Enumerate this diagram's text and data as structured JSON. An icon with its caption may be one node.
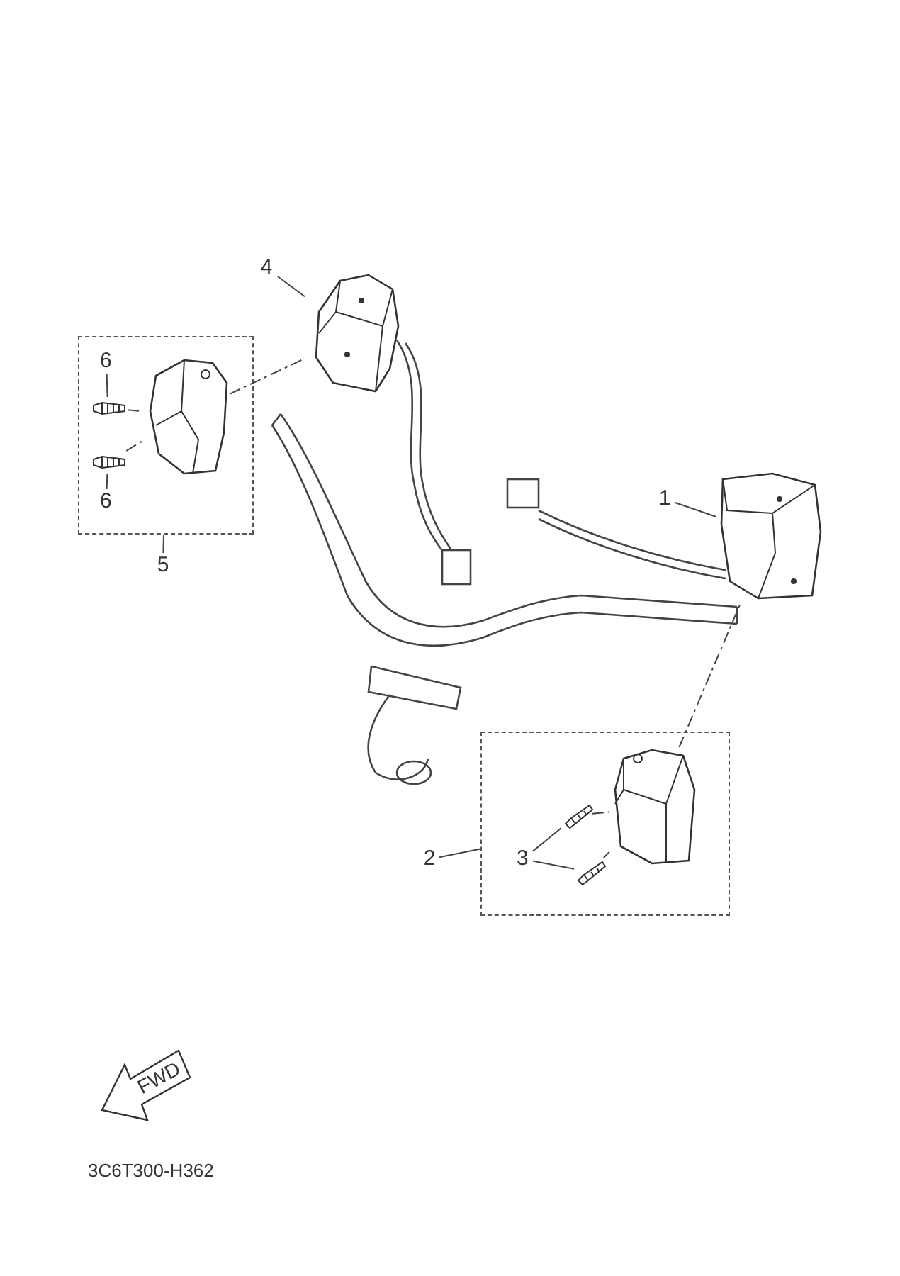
{
  "diagram": {
    "nodes": [
      {
        "text": [
          "4"
        ]
      },
      {
        "text": [],
        "shape": "picture"
      },
      {
        "text": [],
        "shape": "box"
      },
      {
        "text": [
          "6"
        ],
        "in": 2
      },
      {
        "text": [],
        "shape": "picture",
        "in": 2
      },
      {
        "text": [
          "6"
        ],
        "in": 2
      },
      {
        "text": [],
        "shape": "picture",
        "in": 2
      },
      {
        "text": [],
        "shape": "picture",
        "in": 2
      },
      {
        "text": [
          "5"
        ]
      },
      {
        "text": [
          "1"
        ]
      },
      {
        "text": [],
        "shape": "picture"
      },
      {
        "text": [],
        "shape": "box"
      },
      {
        "text": [],
        "shape": "picture",
        "in": 11
      },
      {
        "text": [
          "3"
        ],
        "in": 11
      },
      {
        "text": [],
        "shape": "picture",
        "in": 11
      },
      {
        "text": [],
        "shape": "picture",
        "in": 11
      },
      {
        "text": [
          "2"
        ]
      }
    ],
    "edges": [
      {
        "from": 0,
        "to": 1,
        "arrow": "none"
      },
      {
        "from": 3,
        "to": 4,
        "arrow": "none"
      },
      {
        "from": 5,
        "to": 6,
        "arrow": "none"
      },
      {
        "from": 8,
        "to": 2,
        "arrow": "none"
      },
      {
        "from": 9,
        "to": 10,
        "arrow": "none"
      },
      {
        "from": 13,
        "to": 14,
        "arrow": "none"
      },
      {
        "from": 13,
        "to": 15,
        "arrow": "none"
      },
      {
        "from": 16,
        "to": 11,
        "arrow": "none"
      },
      {
        "from": 7,
        "to": 1,
        "arrow": "none",
        "style": "dashed"
      },
      {
        "from": 4,
        "to": 7,
        "arrow": "none",
        "style": "dashed"
      },
      {
        "from": 6,
        "to": 7,
        "arrow": "none",
        "style": "dashed"
      },
      {
        "from": 12,
        "to": 10,
        "arrow": "none",
        "style": "dashed"
      },
      {
        "from": 14,
        "to": 12,
        "arrow": "none",
        "style": "dashed"
      },
      {
        "from": 15,
        "to": 12,
        "arrow": "none",
        "style": "dashed"
      }
    ],
    "labels": [
      "FWD",
      "3C6T300-H362"
    ]
  }
}
